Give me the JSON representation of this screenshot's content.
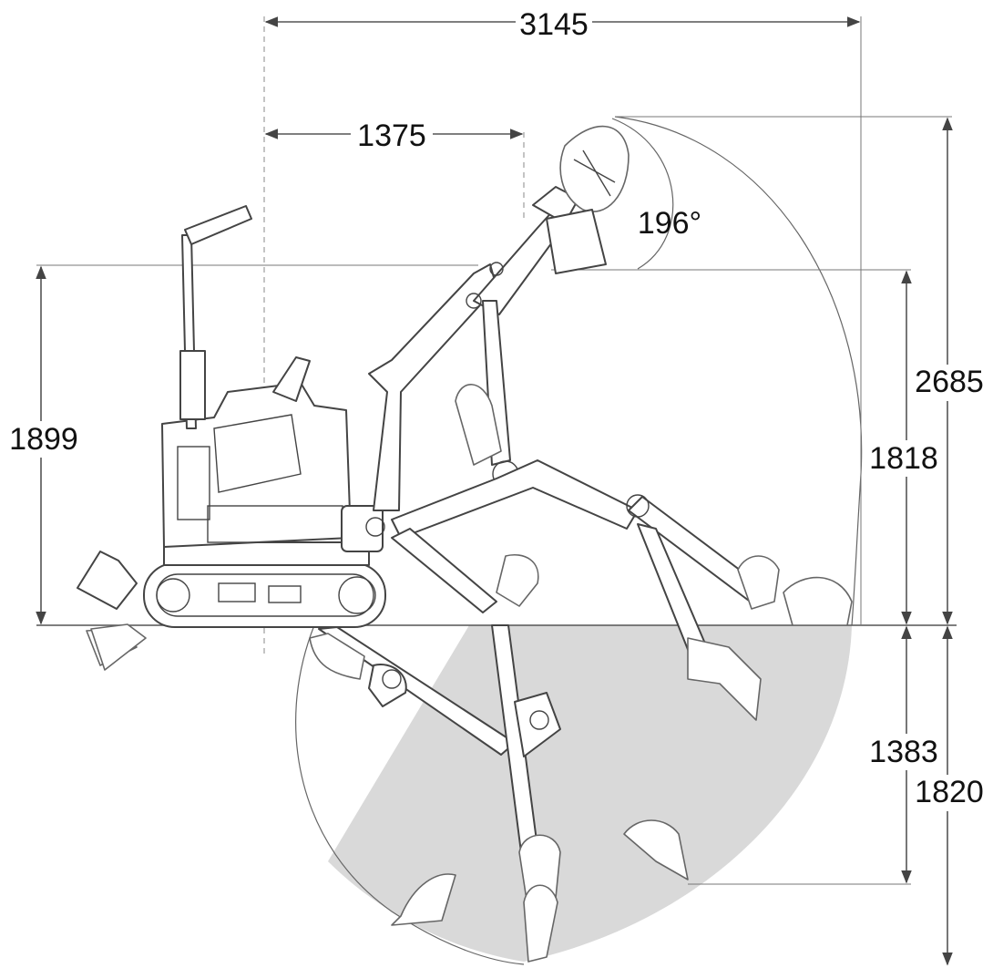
{
  "dimensions": {
    "max_reach": "3145",
    "boom_offset": "1375",
    "bucket_rotation": "196°",
    "max_height": "2685",
    "dump_height": "1818",
    "machine_height": "1899",
    "vertical_dig_depth": "1383",
    "max_dig_depth": "1820"
  },
  "colors": {
    "dig_zone": "#d9d9d9",
    "lines": "#555555",
    "text": "#111111"
  }
}
